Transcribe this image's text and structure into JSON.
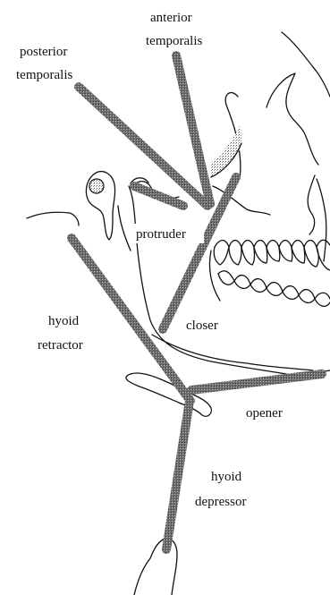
{
  "diagram": {
    "labels": {
      "anterior_temporalis": [
        "anterior",
        "temporalis"
      ],
      "posterior_temporalis": [
        "posterior",
        "temporalis"
      ],
      "protruder": "protruder",
      "hyoid_retractor": [
        "hyoid",
        "retractor"
      ],
      "closer": "closer",
      "opener": "opener",
      "hyoid_depressor": [
        "hyoid",
        "depressor"
      ]
    }
  }
}
